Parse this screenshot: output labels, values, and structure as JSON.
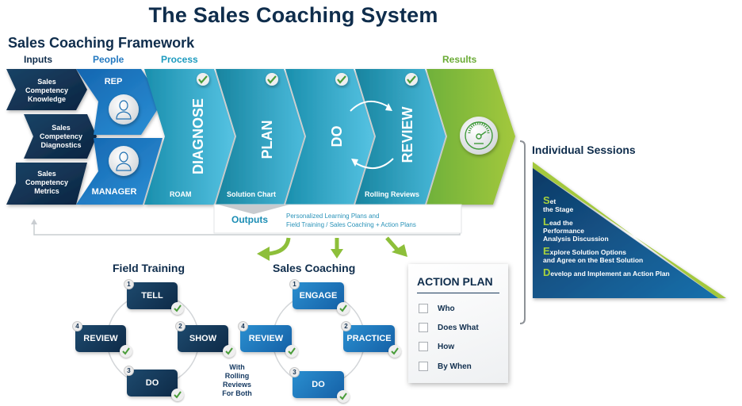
{
  "title": "The Sales Coaching System",
  "framework": {
    "subtitle": "Sales Coaching Framework",
    "column_headers": {
      "inputs": "Inputs",
      "people": "People",
      "process": "Process",
      "results": "Results"
    },
    "inputs": [
      {
        "lines": [
          "Sales",
          "Competency",
          "Knowledge"
        ]
      },
      {
        "lines": [
          "Sales",
          "Competency",
          "Diagnostics"
        ]
      },
      {
        "lines": [
          "Sales",
          "Competency",
          "Metrics"
        ]
      }
    ],
    "people": [
      {
        "label": "REP",
        "icon": "person-icon"
      },
      {
        "label": "MANAGER",
        "icon": "person-icon"
      }
    ],
    "process": [
      {
        "label": "DIAGNOSE",
        "caption": "ROAM",
        "checked": true
      },
      {
        "label": "PLAN",
        "caption": "Solution Chart",
        "checked": true
      },
      {
        "label": "DO",
        "caption": "",
        "checked": true
      },
      {
        "label": "REVIEW",
        "caption": "Rolling Reviews",
        "checked": true
      }
    ],
    "results_icon": "speedometer-icon",
    "outputs": {
      "label": "Outputs",
      "line1": "Personalized Learning Plans and",
      "line2": "Field Training  / Sales Coaching + Action Plans"
    }
  },
  "individual_sessions": {
    "title": "Individual Sessions",
    "steps": [
      {
        "initial": "S",
        "lines": [
          "et",
          "the Stage"
        ]
      },
      {
        "initial": "L",
        "lines": [
          "ead the",
          "Performance",
          "Analysis Discussion"
        ]
      },
      {
        "initial": "E",
        "lines": [
          "xplore Solution Options",
          "and Agree on the Best Solution"
        ]
      },
      {
        "initial": "D",
        "lines": [
          "evelop and Implement an Action Plan"
        ]
      }
    ]
  },
  "field_training": {
    "title": "Field Training",
    "steps": [
      {
        "num": "1",
        "label": "TELL"
      },
      {
        "num": "2",
        "label": "SHOW"
      },
      {
        "num": "3",
        "label": "DO"
      },
      {
        "num": "4",
        "label": "REVIEW"
      }
    ]
  },
  "rolling_note": [
    "With",
    "Rolling",
    "Reviews",
    "For Both"
  ],
  "sales_coaching": {
    "title": "Sales Coaching",
    "steps": [
      {
        "num": "1",
        "label": "ENGAGE"
      },
      {
        "num": "2",
        "label": "PRACTICE"
      },
      {
        "num": "3",
        "label": "DO"
      },
      {
        "num": "4",
        "label": "REVIEW"
      }
    ]
  },
  "action_plan": {
    "title": "ACTION PLAN",
    "items": [
      "Who",
      "Does What",
      "How",
      "By When"
    ]
  },
  "colors": {
    "navy": "#0f2d4c",
    "blue": "#1f7fc4",
    "teal": "#2aa2c4",
    "green": "#8dbf3a",
    "results_green_text": "#6aab35",
    "process_head": "#1d9bbf",
    "people_head": "#2479c0"
  }
}
